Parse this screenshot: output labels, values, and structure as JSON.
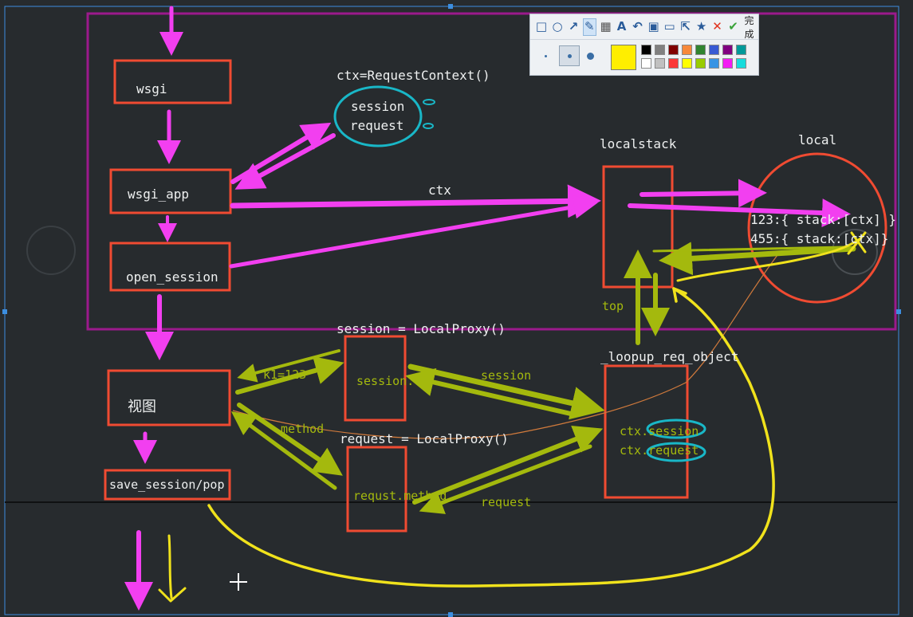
{
  "toolbar": {
    "tools": [
      {
        "name": "rectangle-tool-icon",
        "glyph": "□"
      },
      {
        "name": "ellipse-tool-icon",
        "glyph": "○"
      },
      {
        "name": "arrow-tool-icon",
        "glyph": "↗"
      },
      {
        "name": "brush-tool-icon",
        "glyph": "✎"
      },
      {
        "name": "mosaic-tool-icon",
        "glyph": "▦"
      },
      {
        "name": "text-tool-icon",
        "glyph": "A"
      },
      {
        "name": "undo-icon",
        "glyph": "↶"
      },
      {
        "name": "save-icon",
        "glyph": "▣"
      },
      {
        "name": "pin-icon",
        "glyph": "▭"
      },
      {
        "name": "share-icon",
        "glyph": "⇱"
      },
      {
        "name": "favorite-icon",
        "glyph": "★"
      },
      {
        "name": "cancel-icon",
        "glyph": "✕"
      },
      {
        "name": "confirm-icon",
        "glyph": "✔"
      }
    ],
    "done_label": "完成",
    "selected_color": "#ffee00",
    "palette": [
      "#000000",
      "#808080",
      "#800000",
      "#f7883a",
      "#308430",
      "#385ad3",
      "#800080",
      "#009999",
      "#ffffff",
      "#c0c0c0",
      "#fb3838",
      "#ffff00",
      "#99cc00",
      "#3894e4",
      "#f31bf3",
      "#16dcdc"
    ]
  },
  "diagram": {
    "boxes": {
      "wsgi": "wsgi",
      "wsgi_app": "wsgi_app",
      "open_session": "open_session",
      "view": "视图",
      "save_session": "save_session/pop",
      "session_proxy_inner": "session.",
      "request_proxy_inner": "requst.method",
      "localstack_title": "localstack",
      "lookup_title": "_loopup_req_object",
      "lookup_session": "ctx.session",
      "lookup_request": "ctx.request"
    },
    "ctx_title": "ctx=RequestContext()",
    "ctx_session": "session",
    "ctx_request": "request",
    "local_title": "local",
    "local_line1": "123:{ stack:[ctx] }",
    "local_line2": "455:{ stack:[ctx]}",
    "session_proxy_title": "session = LocalProxy()",
    "request_proxy_title": "request = LocalProxy()",
    "edge_ctx": "ctx",
    "edge_top": "top",
    "edge_session": "session",
    "edge_request": "request",
    "edge_method": "method",
    "edge_k1": "k1=123",
    "colors": {
      "box_border": "#f04b32",
      "frame": "#9b1a8c",
      "magenta_arrow": "#f23ff0",
      "olive_arrow": "#a4b90d",
      "yellow_path": "#f0e21c",
      "cyan_ellipse": "#19b7c7",
      "thin_line": "#d07a3c"
    }
  }
}
